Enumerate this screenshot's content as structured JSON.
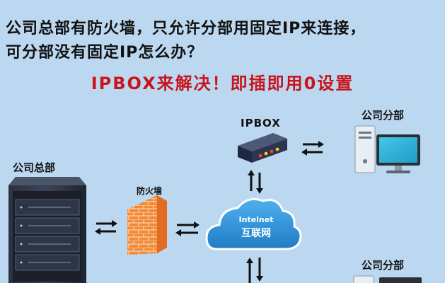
{
  "headline": {
    "line1": "公司总部有防火墙，只允许分部用固定IP来连接，",
    "line2": "可分部没有固定IP怎么办？"
  },
  "subheadline": "IPBOX来解决！即插即用0设置",
  "labels": {
    "headquarters": "公司总部",
    "firewall": "防火墙",
    "ipbox": "IPBOX",
    "branch_top": "公司分部",
    "branch_bottom": "公司分部"
  },
  "cloud": {
    "line1": "Intelnet",
    "line2": "互联网"
  },
  "colors": {
    "background": "#bcd8f0",
    "accent_red": "#c8141e",
    "cloud_blue": "#2a8fd6"
  }
}
